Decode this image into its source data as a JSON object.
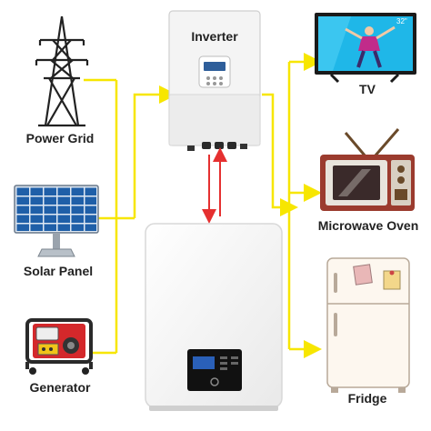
{
  "labels": {
    "inverter": "Inverter",
    "power_grid": "Power Grid",
    "solar_panel": "Solar Panel",
    "generator": "Generator",
    "tv": "TV",
    "tv_size": "32\"",
    "microwave": "Microwave Oven",
    "fridge": "Fridge"
  },
  "colors": {
    "connector_line": "#f7e600",
    "flow_arrow": "#e53030",
    "device_white": "#f4f4f4",
    "battery_white": "#f7f7f7",
    "panel_blue": "#1f5fa8",
    "generator_red": "#d4282b",
    "tv_screen": "#1fb7e8",
    "microwave_red": "#9b3b2e",
    "fridge_cream": "#fdf7ef"
  },
  "icons": [
    "power-grid-tower-icon",
    "solar-panel-icon",
    "generator-icon",
    "inverter-unit-icon",
    "battery-unit-icon",
    "tv-icon",
    "microwave-icon",
    "fridge-icon"
  ]
}
